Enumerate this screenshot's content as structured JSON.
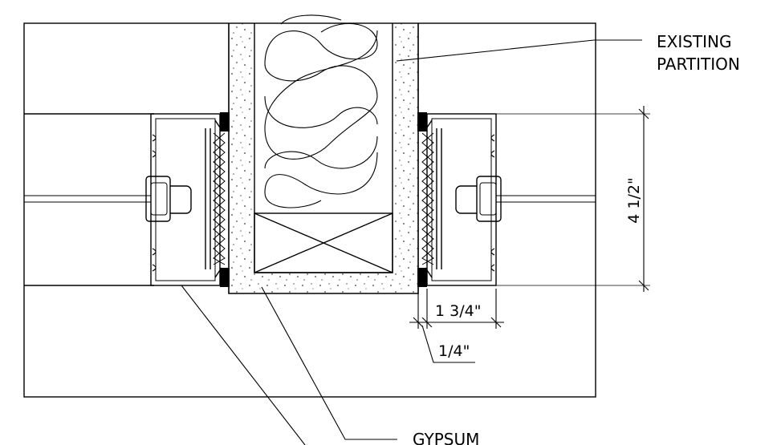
{
  "labels": {
    "existing_partition_line1": "EXISTING",
    "existing_partition_line2": "PARTITION",
    "gypsum": "GYPSUM"
  },
  "dimensions": {
    "height": "4 1/2\"",
    "width": "1 3/4\"",
    "gap": "1/4\""
  }
}
